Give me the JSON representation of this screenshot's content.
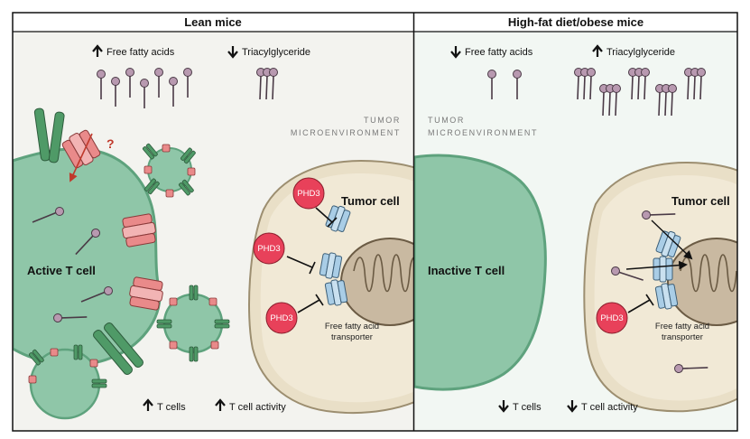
{
  "colors": {
    "lean_bg": "#f3f3ef",
    "obese_bg": "#f2f7f3",
    "t_cell": "#8fc6a8",
    "t_cell_dark": "#5ea27d",
    "tumor_cell": "#e9dfc7",
    "mitochondria": "#c9b9a1",
    "phd3": "#e8415a",
    "transporter": "#a9cde6",
    "receptor_green": "#4f9a67",
    "receptor_red": "#e98a8a",
    "lipid": "#b899b0"
  },
  "lean_panel": {
    "title": "Lean mice",
    "ffa_label": "Free fatty acids",
    "ffa_arrow": "up",
    "tag_label": "Triacylglyceride",
    "tag_arrow": "down",
    "tme_line1": "TUMOR",
    "tme_line2": "MICROENVIRONMENT",
    "t_cell_label": "Active T cell",
    "question_mark": "?",
    "tumor_cell_label": "Tumor cell",
    "phd3_labels": [
      "PHD3",
      "PHD3",
      "PHD3"
    ],
    "transporter_line1": "Free fatty acid",
    "transporter_line2": "transporter",
    "tcells_label": "T cells",
    "tcells_arrow": "up",
    "activity_label": "T cell activity",
    "activity_arrow": "up"
  },
  "obese_panel": {
    "title": "High-fat diet/obese mice",
    "ffa_label": "Free fatty acids",
    "ffa_arrow": "down",
    "tag_label": "Triacylglyceride",
    "tag_arrow": "up",
    "tme_line1": "TUMOR",
    "tme_line2": "MICROENVIRONMENT",
    "t_cell_label": "Inactive T cell",
    "tumor_cell_label": "Tumor cell",
    "phd3_label": "PHD3",
    "transporter_line1": "Free fatty acid",
    "transporter_line2": "transporter",
    "tcells_label": "T cells",
    "tcells_arrow": "down",
    "activity_label": "T cell activity",
    "activity_arrow": "down"
  }
}
